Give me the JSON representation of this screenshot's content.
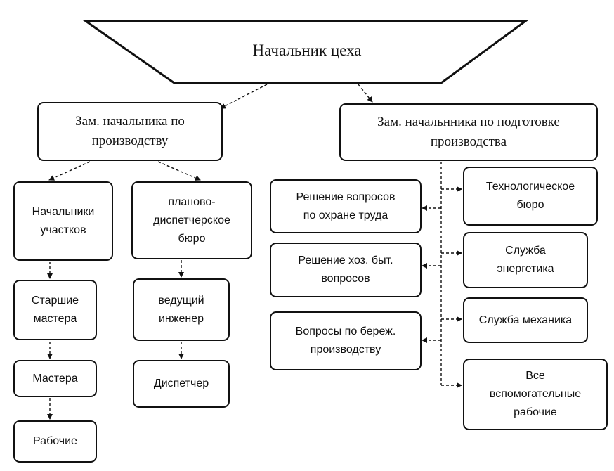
{
  "head": {
    "title": "Начальник цеха"
  },
  "deputies": {
    "production": "Зам. начальника по\nпроизводству",
    "preparation": "Зам. начальнника по подготовке\nпроизводства"
  },
  "left_branch": {
    "chiefs": "Начальники\nучастков",
    "senior_masters": "Старшие\nмастера",
    "masters": "Мастера",
    "workers": "Рабочие"
  },
  "middle_branch": {
    "planning_bureau": "планово-\nдиспетчерское\nбюро",
    "lead_engineer": "ведущий\nинженер",
    "dispatcher": "Диспетчер"
  },
  "right_tasks": {
    "labor_safety": "Решение вопросов\nпо охране труда",
    "household": "Решение хоз. быт.\nвопросов",
    "lean": "Вопросы по береж.\nпроизводству"
  },
  "right_services": {
    "tech_bureau": "Технологическое\nбюро",
    "energy": "Служба\nэнергетика",
    "mechanic": "Служба механика",
    "auxiliary": "Все\nвспомогательные\nрабочие"
  }
}
